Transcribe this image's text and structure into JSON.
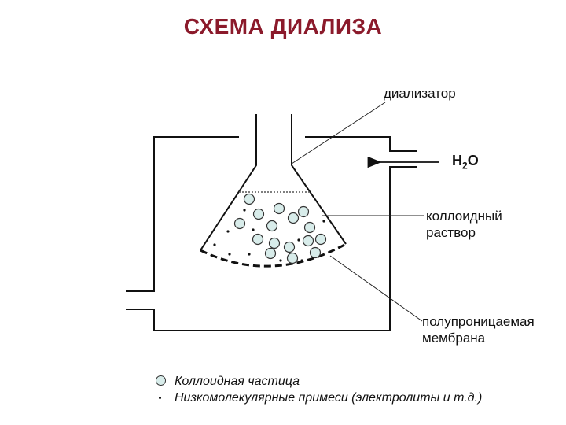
{
  "title": "СХЕМА ДИАЛИЗА",
  "labels": {
    "dialyzer": "диализатор",
    "water_main": "H",
    "water_sub": "2",
    "water_tail": "O",
    "colloid_line1": "коллоидный",
    "colloid_line2": "раствор",
    "membrane_line1": "полупроницаемая",
    "membrane_line2": "мембрана"
  },
  "legend": {
    "colloid_particle": "Коллоидная частица",
    "impurities": "Низкомолекулярные примеси (электролиты и т.д.)"
  },
  "colors": {
    "title": "#8b1a2b",
    "particle_fill": "#d8ecea",
    "stroke": "#111111"
  }
}
